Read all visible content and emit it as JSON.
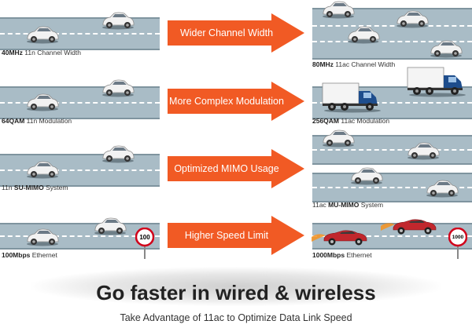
{
  "rows": [
    {
      "left_caption_bold": "40MHz",
      "left_caption_rest": " 11n Channel Width",
      "arrow_label": "Wider Channel Width",
      "right_caption_bold": "80MHz",
      "right_caption_rest": " 11ac Channel Width"
    },
    {
      "left_caption_bold": "64QAM",
      "left_caption_rest": " 11n Modulation",
      "arrow_label": "More Complex Modulation",
      "right_caption_bold": "256QAM",
      "right_caption_rest": " 11ac Modulation"
    },
    {
      "left_caption_pre": "11n ",
      "left_caption_bold": "SU-MIMO",
      "left_caption_rest": " System",
      "arrow_label": "Optimized MIMO Usage",
      "right_caption_pre": "11ac ",
      "right_caption_bold": "MU-MIMO",
      "right_caption_rest": " System"
    },
    {
      "left_caption_bold": "100Mbps",
      "left_caption_rest": " Ethernet",
      "arrow_label": "Higher Speed Limit",
      "right_caption_bold": "1000Mbps",
      "right_caption_rest": " Ethernet",
      "left_sign": "100",
      "right_sign": "1000"
    }
  ],
  "footer": {
    "headline": "Go faster in wired & wireless",
    "subline": "Take Advantage of 11ac to Optimize Data Link Speed"
  },
  "colors": {
    "arrow": "#f15a24",
    "road": "#a9bcc6",
    "car_body": "#f2f2f2",
    "truck_cab": "#1e4d8c",
    "sports_car": "#c1272d",
    "sign_ring": "#d0021b"
  }
}
